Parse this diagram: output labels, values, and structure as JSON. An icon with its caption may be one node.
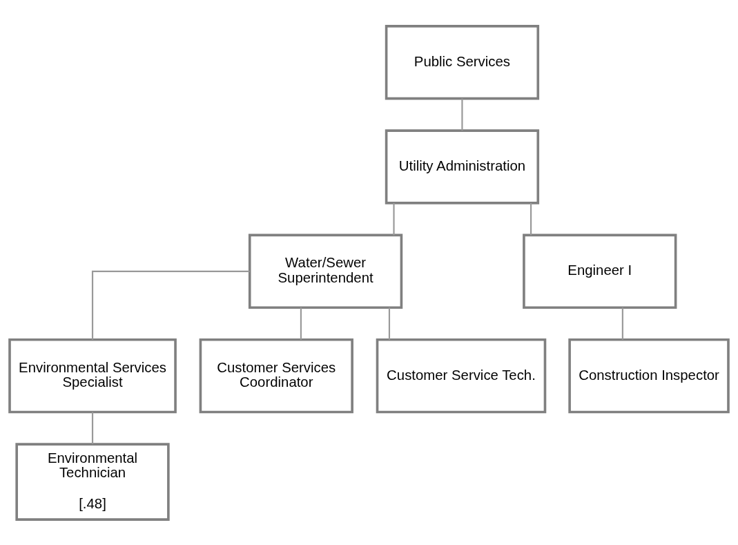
{
  "diagram": {
    "nodes": [
      {
        "text": [
          "Public Services"
        ]
      },
      {
        "text": [
          "Utility Administration"
        ]
      },
      {
        "text": [
          "Water/Sewer Superintendent"
        ]
      },
      {
        "text": [
          "Engineer I"
        ]
      },
      {
        "text": [
          "Environmental Services Specialist"
        ]
      },
      {
        "text": [
          "Customer Services Coordinator"
        ]
      },
      {
        "text": [
          "Customer Service Tech."
        ]
      },
      {
        "text": [
          "Construction Inspector"
        ]
      },
      {
        "text": [
          "Environmental Technician",
          "[.48]"
        ]
      }
    ],
    "edges": [
      {
        "from": 0,
        "to": 1,
        "arrow": "none"
      },
      {
        "from": 1,
        "to": 2,
        "arrow": "none"
      },
      {
        "from": 1,
        "to": 3,
        "arrow": "none"
      },
      {
        "from": 2,
        "to": 4,
        "arrow": "none"
      },
      {
        "from": 2,
        "to": 5,
        "arrow": "none"
      },
      {
        "from": 2,
        "to": 6,
        "arrow": "none"
      },
      {
        "from": 3,
        "to": 7,
        "arrow": "none"
      },
      {
        "from": 4,
        "to": 8,
        "arrow": "none"
      }
    ]
  }
}
